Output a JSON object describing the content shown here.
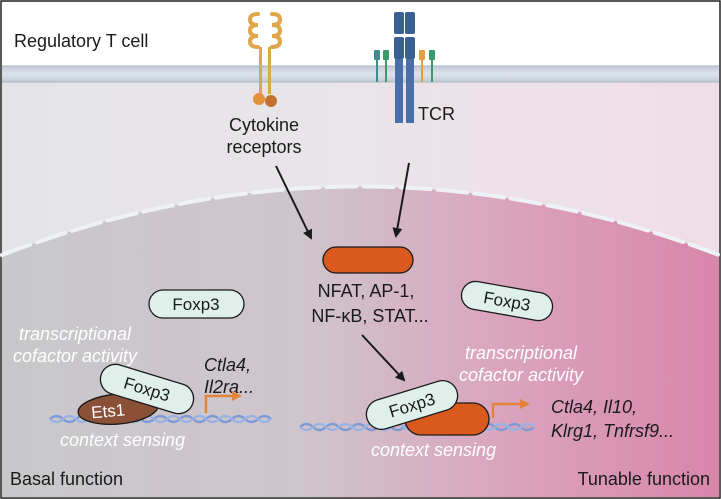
{
  "title": "Regulatory T cell",
  "receptors": {
    "cytokine_line1": "Cytokine",
    "cytokine_line2": "receptors",
    "tcr": "TCR"
  },
  "signal": {
    "line1": "NFAT, AP-1,",
    "line2": "NF-κB, STAT..."
  },
  "foxp3": "Foxp3",
  "ets1": "Ets1",
  "left": {
    "cofactor_line1": "transcriptional",
    "cofactor_line2": "cofactor activity",
    "genes_line1": "Ctla4,",
    "genes_line2": "Il2ra...",
    "context": "context sensing",
    "footer": "Basal function"
  },
  "right": {
    "cofactor_line1": "transcriptional",
    "cofactor_line2": "cofactor activity",
    "genes_line1": "Ctla4, Il10,",
    "genes_line2": "Klrg1, Tnfrsf9...",
    "context": "context sensing",
    "footer": "Tunable function"
  },
  "colors": {
    "cytoplasm": "#e6e6e8",
    "nucleus_left": "#c9c9cc",
    "nucleus_right": "#d98aae",
    "membrane": "#ccd5df",
    "foxp3_fill": "#dff0ea",
    "orange_factor": "#d95a1c",
    "ets1_fill": "#8a5038",
    "dna": "#7d9ad6",
    "arrow_orange": "#e3843a",
    "tunable_text": "#a82430"
  }
}
